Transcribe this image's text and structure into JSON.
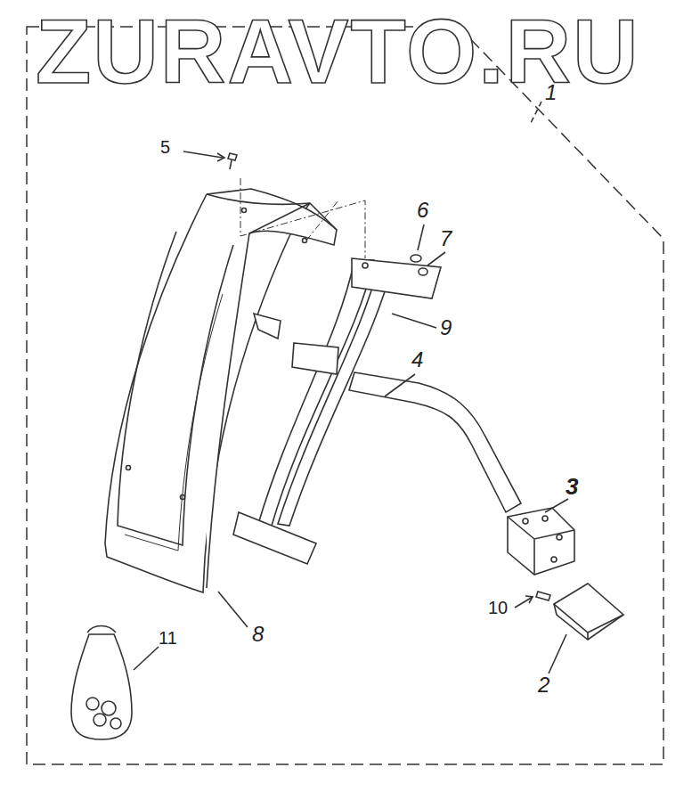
{
  "diagram": {
    "labels": [
      "ZURAVTO.RU",
      "1",
      "5",
      "6",
      "7",
      "9",
      "4",
      "3",
      "10",
      "8",
      "11",
      "2"
    ]
  }
}
